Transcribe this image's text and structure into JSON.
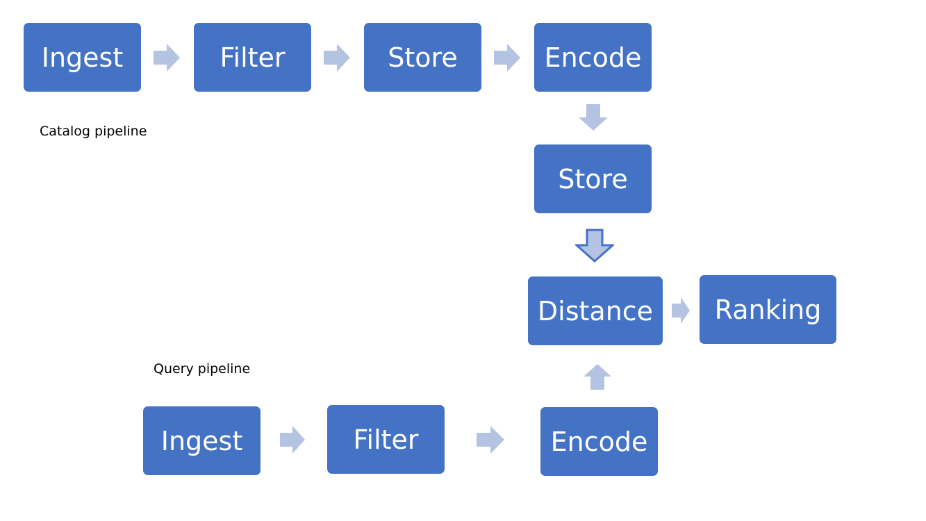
{
  "colors": {
    "box_fill": "#4472c4",
    "box_text": "#ffffff",
    "arrow_fill": "#b4c3e1",
    "arrow_outline": "#4472c4"
  },
  "labels": {
    "catalog": "Catalog pipeline",
    "query": "Query pipeline"
  },
  "catalog": {
    "ingest": "Ingest",
    "filter": "Filter",
    "store": "Store",
    "encode": "Encode",
    "store_2": "Store"
  },
  "merge": {
    "distance": "Distance",
    "ranking": "Ranking"
  },
  "query": {
    "ingest": "Ingest",
    "filter": "Filter",
    "encode": "Encode"
  }
}
